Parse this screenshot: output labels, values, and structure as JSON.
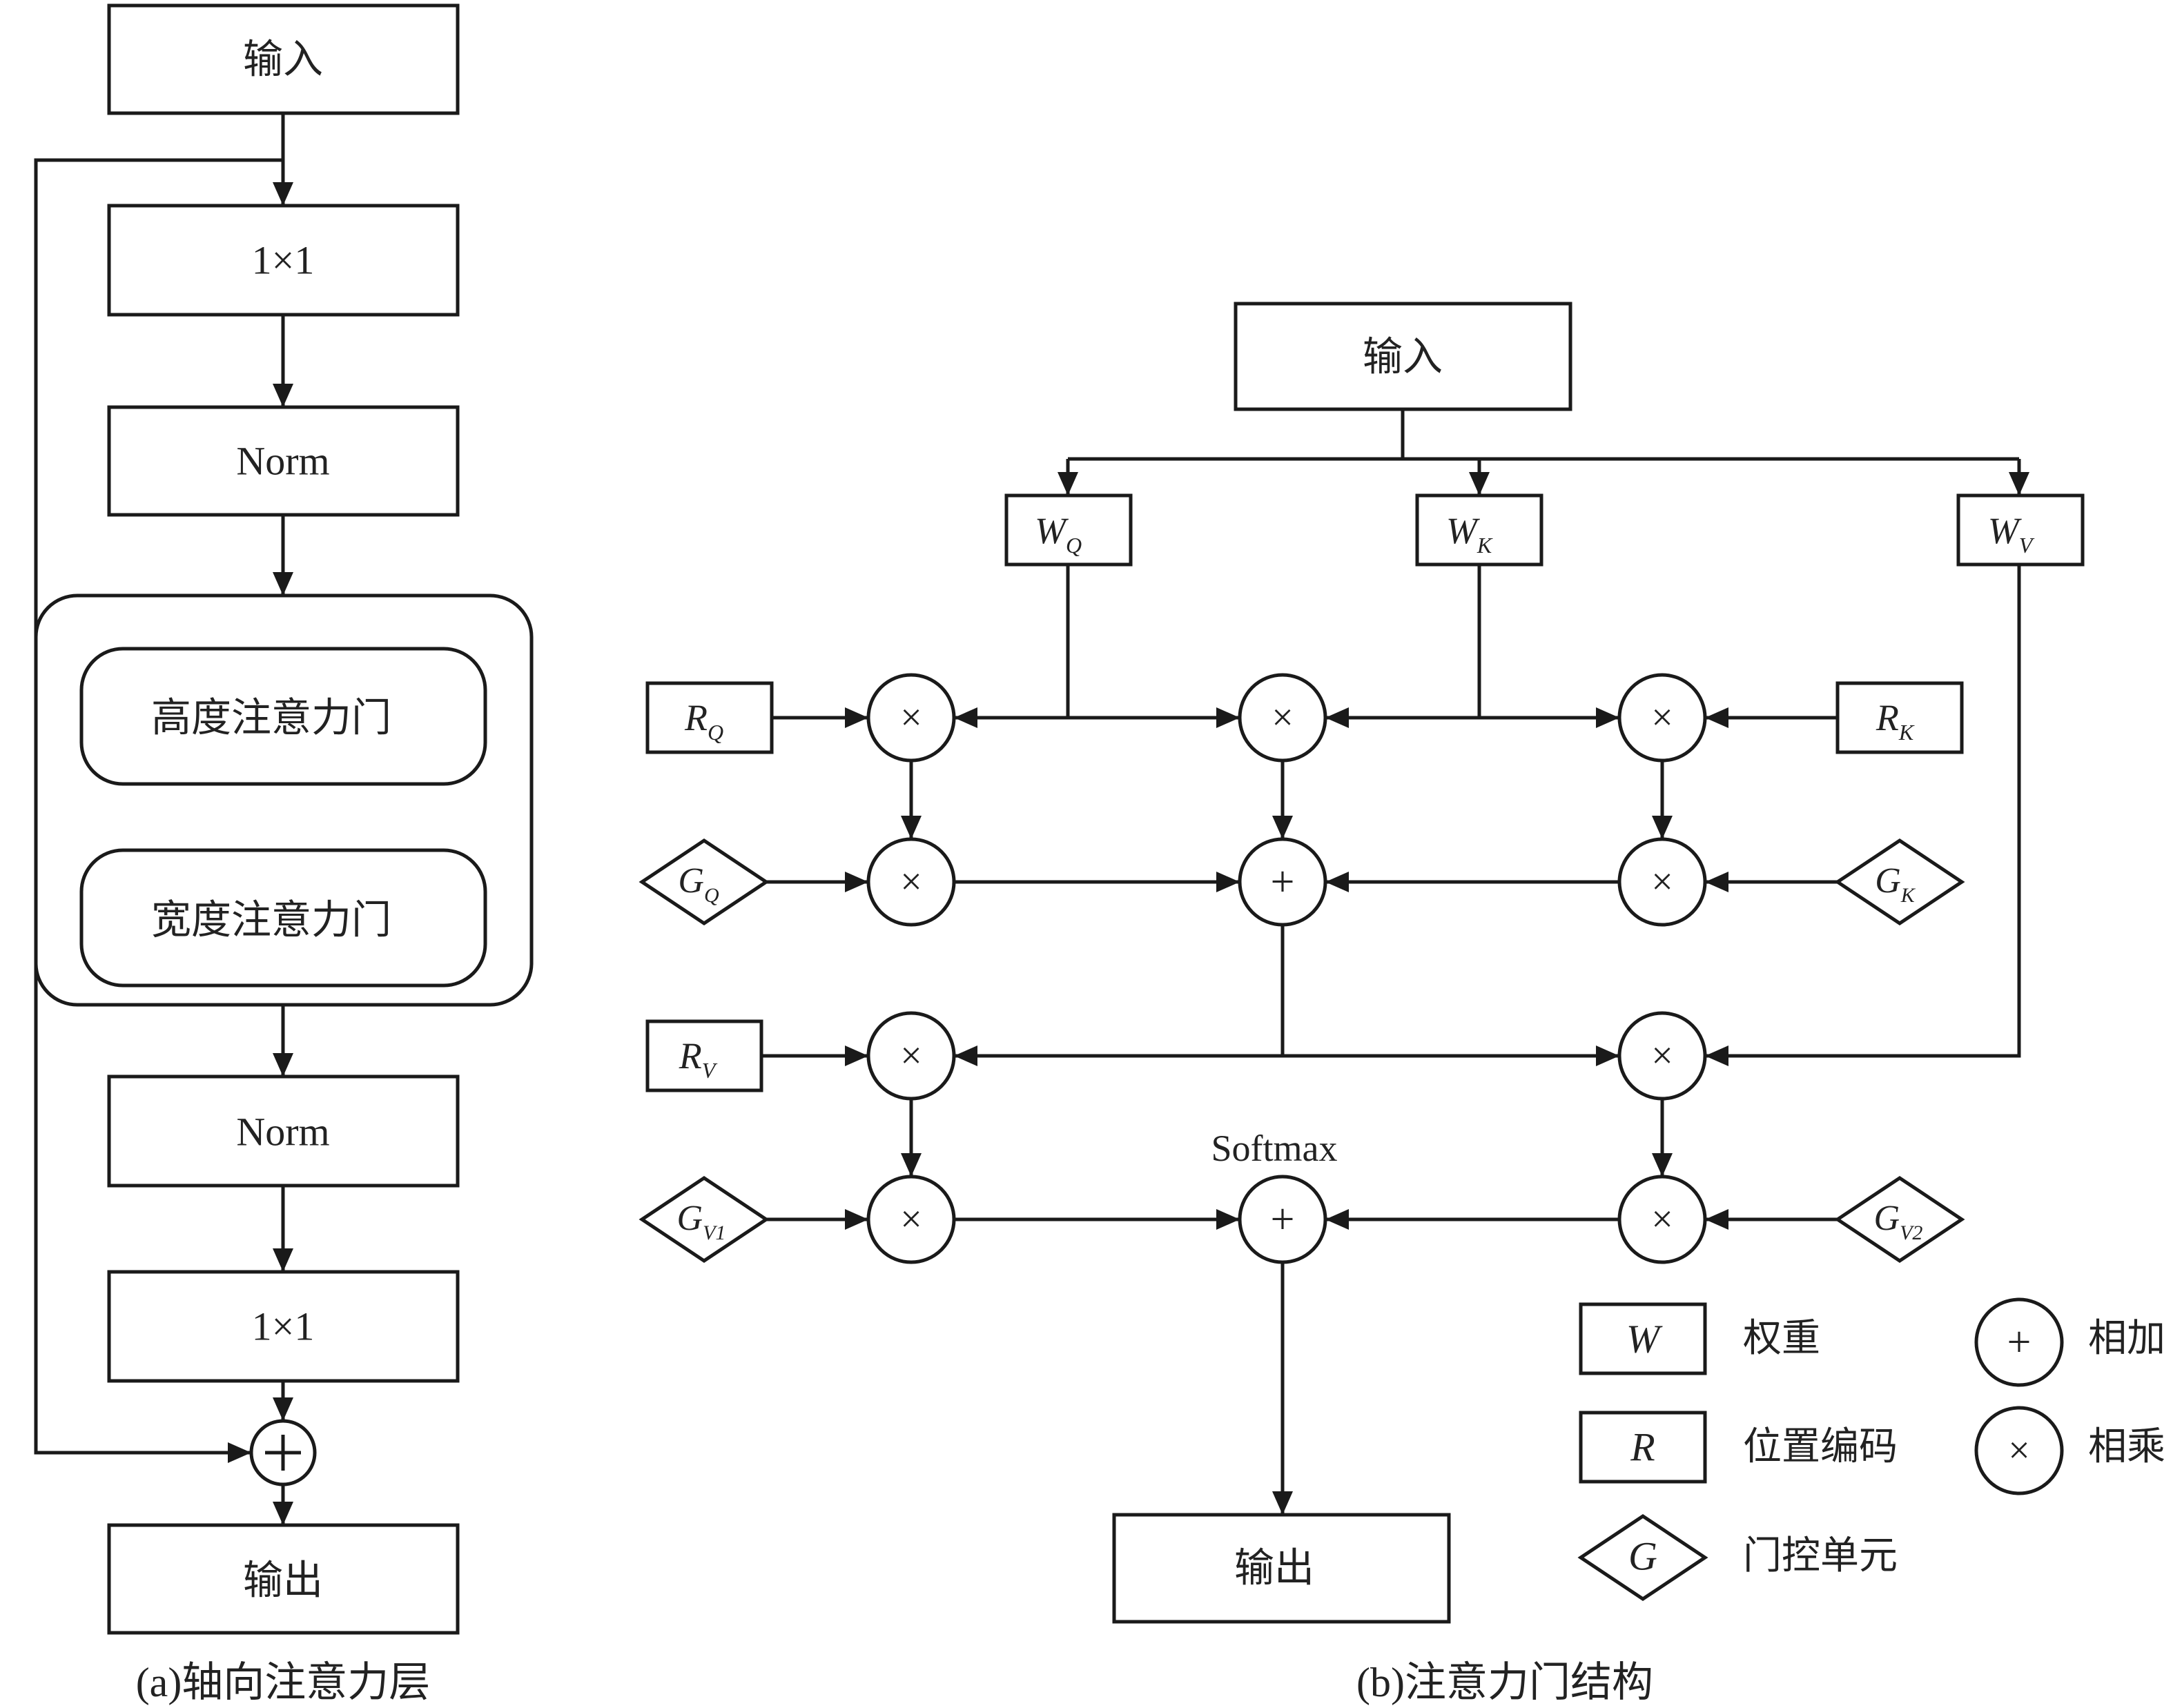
{
  "panel_a": {
    "input": "输入",
    "conv_top": "1×1",
    "norm_top": "Norm",
    "height_gate": "高度注意力门",
    "width_gate": "宽度注意力门",
    "norm_bottom": "Norm",
    "conv_bottom": "1×1",
    "output": "输出",
    "caption": "(a)轴向注意力层"
  },
  "panel_b": {
    "input": "输入",
    "weights": [
      {
        "main": "W",
        "sub": "Q"
      },
      {
        "main": "W",
        "sub": "K"
      },
      {
        "main": "W",
        "sub": "V"
      }
    ],
    "pos_enc": [
      {
        "main": "R",
        "sub": "Q"
      },
      {
        "main": "R",
        "sub": "K"
      },
      {
        "main": "R",
        "sub": "V"
      }
    ],
    "gates": [
      {
        "main": "G",
        "sub": "Q"
      },
      {
        "main": "G",
        "sub": "K"
      },
      {
        "main": "G",
        "sub": "V1"
      },
      {
        "main": "G",
        "sub": "V2"
      }
    ],
    "multiply_symbol": "×",
    "add_symbol": "+",
    "softmax_label": "Softmax",
    "output": "输出",
    "caption": "(b)注意力门结构"
  },
  "legend": {
    "items": [
      {
        "symbol": "W",
        "label": "权重",
        "shape": "rect"
      },
      {
        "symbol": "R",
        "label": "位置编码",
        "shape": "rect"
      },
      {
        "symbol": "G",
        "label": "门控单元",
        "shape": "diamond"
      },
      {
        "symbol": "+",
        "label": "相加",
        "shape": "circle"
      },
      {
        "symbol": "×",
        "label": "相乘",
        "shape": "circle"
      }
    ]
  },
  "colors": {
    "stroke": "#1a1a1a",
    "background": "#ffffff"
  }
}
